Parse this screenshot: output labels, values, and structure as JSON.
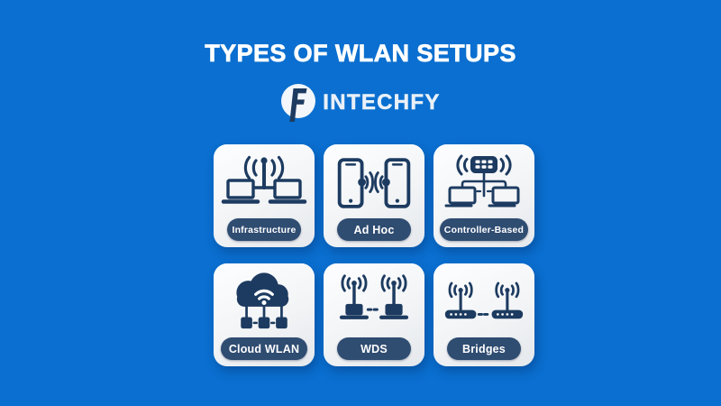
{
  "title": "TYPES OF WLAN SETUPS",
  "brand": {
    "name": "INTECHFY",
    "monogram": "F"
  },
  "colors": {
    "background": "#0a6fd0",
    "card_face": "#f2f4f6",
    "label_pill": "#2f4c71",
    "icon_navy": "#1d3b60",
    "title_text": "#ffffff",
    "brand_text": "#e9f0f8"
  },
  "cards": [
    {
      "label": "Infrastructure",
      "icon": "infrastructure-access-point-icon"
    },
    {
      "label": "Ad Hoc",
      "icon": "ad-hoc-phones-icon"
    },
    {
      "label": "Controller-Based",
      "icon": "wlan-controller-icon"
    },
    {
      "label": "Cloud WLAN",
      "icon": "cloud-wifi-icon"
    },
    {
      "label": "WDS",
      "icon": "wds-access-points-icon"
    },
    {
      "label": "Bridges",
      "icon": "bridge-routers-icon"
    }
  ]
}
